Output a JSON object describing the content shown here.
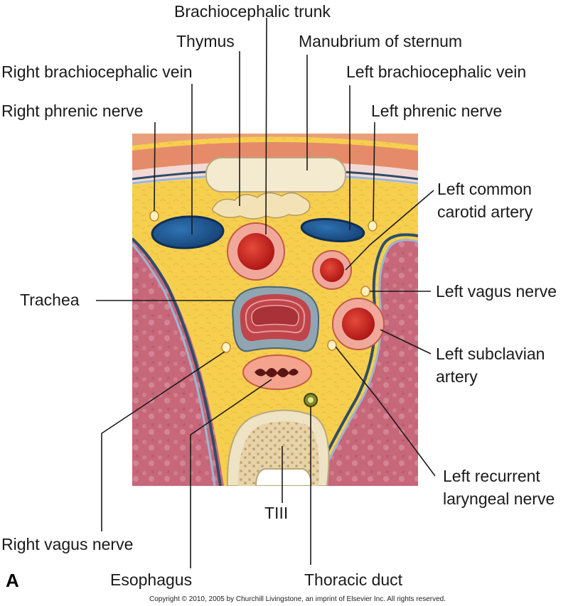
{
  "labels": {
    "brachiocephalic_trunk": "Brachiocephalic trunk",
    "thymus": "Thymus",
    "manubrium": "Manubrium of sternum",
    "right_brachiocephalic_vein": "Right brachiocephalic vein",
    "left_brachiocephalic_vein": "Left brachiocephalic vein",
    "right_phrenic_nerve": "Right phrenic nerve",
    "left_phrenic_nerve": "Left phrenic nerve",
    "left_common_carotid_1": "Left common",
    "left_common_carotid_2": "carotid artery",
    "trachea": "Trachea",
    "left_vagus_nerve": "Left vagus nerve",
    "left_subclavian_1": "Left subclavian",
    "left_subclavian_2": "artery",
    "left_recurrent_1": "Left recurrent",
    "left_recurrent_2": "laryngeal nerve",
    "tiii": "TIII",
    "right_vagus_nerve": "Right vagus nerve",
    "esophagus": "Esophagus",
    "thoracic_duct": "Thoracic duct"
  },
  "panel_letter": "A",
  "copyright": "Copyright © 2010, 2005 by Churchill Livingstone, an imprint of Elsevier Inc. All rights reserved.",
  "colors": {
    "fat": "#f6cf4f",
    "muscle_lung": "#c7677a",
    "pleura": "#2d4d6b",
    "vein": "#1f5a96",
    "artery": "#c8201f",
    "artery_wall": "#f0a89a",
    "bone": "#efe3c5"
  }
}
